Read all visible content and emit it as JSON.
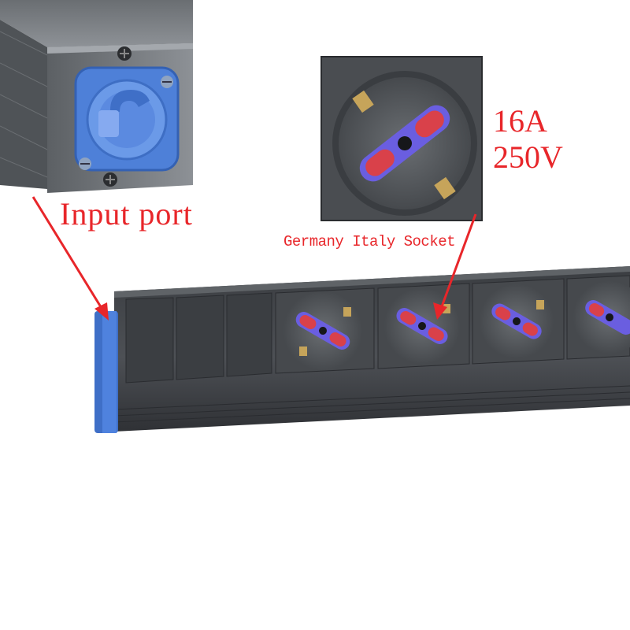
{
  "labels": {
    "input_port": "Input port",
    "current_rating": "16A",
    "voltage_rating": "250V",
    "socket_type": "Germany Italy Socket"
  },
  "colors": {
    "annotation": "#e8262a",
    "housing": "#4a4d52",
    "connector": "#5a8de0",
    "socket_face": "#565a5e",
    "contact": "#d9414a",
    "contact_ring": "#6a5ee0"
  }
}
